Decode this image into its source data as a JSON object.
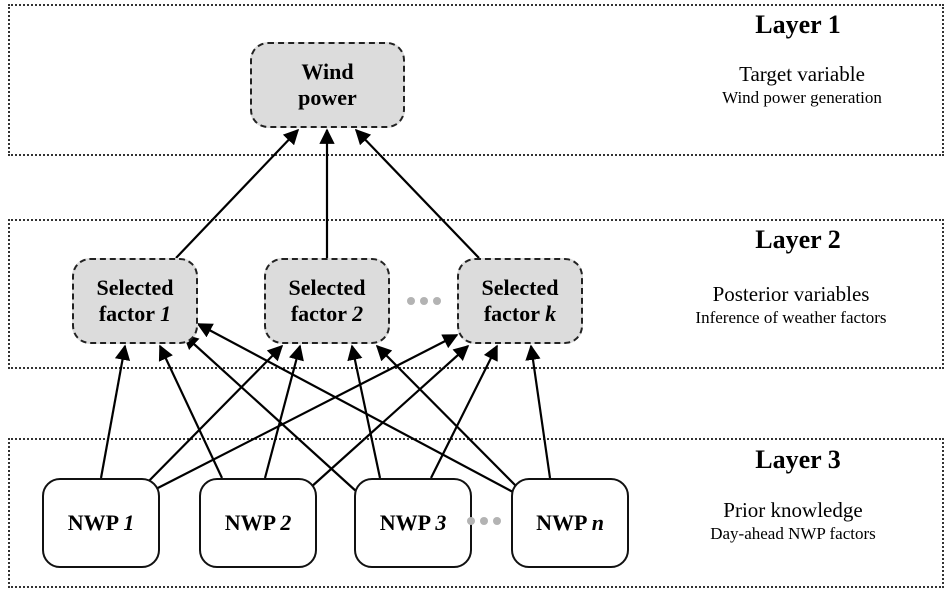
{
  "layers": [
    {
      "title": "Layer 1",
      "desc_main": "Target variable",
      "desc_sub": "Wind power generation"
    },
    {
      "title": "Layer 2",
      "desc_main": "Posterior variables",
      "desc_sub": "Inference of weather factors"
    },
    {
      "title": "Layer 3",
      "desc_main": "Prior knowledge",
      "desc_sub": "Day-ahead NWP factors"
    }
  ],
  "target": {
    "line1": "Wind",
    "line2": "power"
  },
  "factors": [
    {
      "line1": "Selected",
      "prefix": "factor ",
      "index": "1"
    },
    {
      "line1": "Selected",
      "prefix": "factor ",
      "index": "2"
    },
    {
      "line1": "Selected",
      "prefix": "factor ",
      "index": "k"
    }
  ],
  "nwp": [
    {
      "prefix": "NWP ",
      "index": "1"
    },
    {
      "prefix": "NWP ",
      "index": "2"
    },
    {
      "prefix": "NWP ",
      "index": "3"
    },
    {
      "prefix": "NWP ",
      "index": "n"
    }
  ],
  "colors": {
    "dashed_node_fill": "#dcdcdc",
    "ellipsis": "#b3b3b3"
  }
}
